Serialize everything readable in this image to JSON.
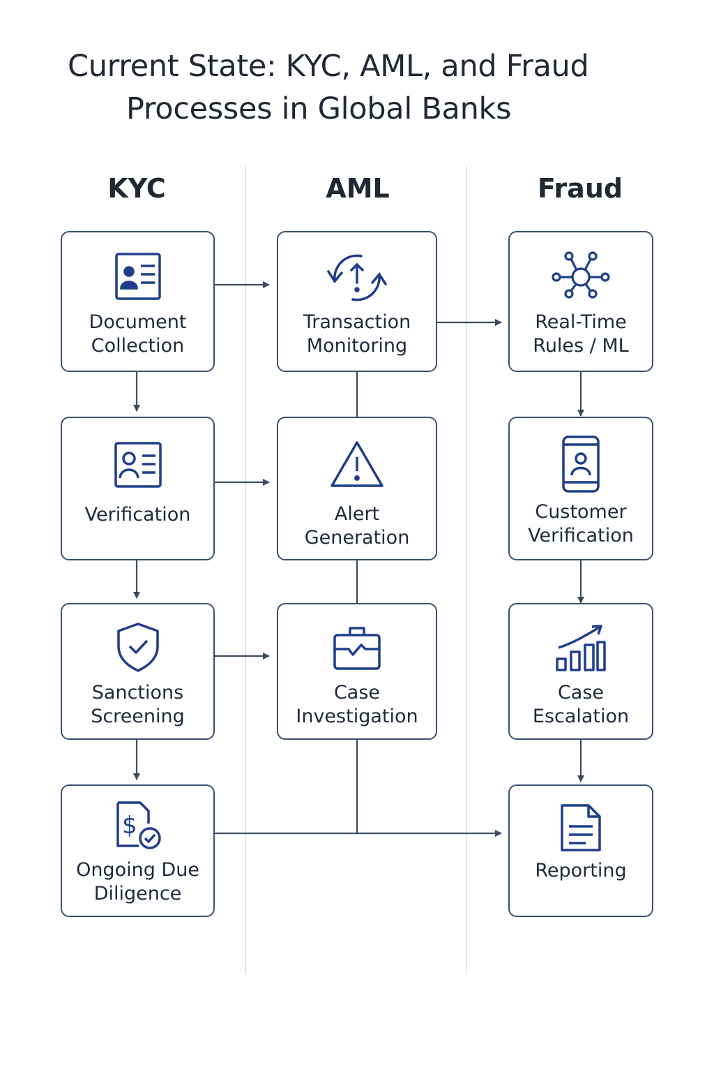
{
  "title": {
    "line1": "Current State: KYC, AML, and Fraud",
    "line2": "Processes in Global Banks"
  },
  "columns": {
    "kyc": "KYC",
    "aml": "AML",
    "fraud": "Fraud"
  },
  "kyc_steps": [
    {
      "line1": "Document",
      "line2": "Collection",
      "icon": "id-card-icon"
    },
    {
      "line1": "Verification",
      "line2": "",
      "icon": "identity-badge-icon"
    },
    {
      "line1": "Sanctions",
      "line2": "Screening",
      "icon": "shield-check-icon"
    },
    {
      "line1": "Ongoing Due",
      "line2": "Diligence",
      "icon": "dollar-document-check-icon"
    }
  ],
  "aml_steps": [
    {
      "line1": "Transaction",
      "line2": "Monitoring",
      "icon": "refresh-alert-icon"
    },
    {
      "line1": "Alert",
      "line2": "Generation",
      "icon": "warning-triangle-icon"
    },
    {
      "line1": "Case",
      "line2": "Investigation",
      "icon": "briefcase-icon"
    }
  ],
  "fraud_steps": [
    {
      "line1": "Real-Time",
      "line2": "Rules / ML",
      "icon": "network-nodes-icon"
    },
    {
      "line1": "Customer",
      "line2": "Verification",
      "icon": "mobile-identity-icon"
    },
    {
      "line1": "Case",
      "line2": "Escalation",
      "icon": "bar-chart-trend-icon"
    },
    {
      "line1": "Reporting",
      "line2": "",
      "icon": "report-document-icon"
    }
  ],
  "colors": {
    "box_border": "#3b5070",
    "icon_stroke": "#1f3d8a",
    "connector": "#3b4a5e",
    "divider": "#d3d7dc"
  }
}
